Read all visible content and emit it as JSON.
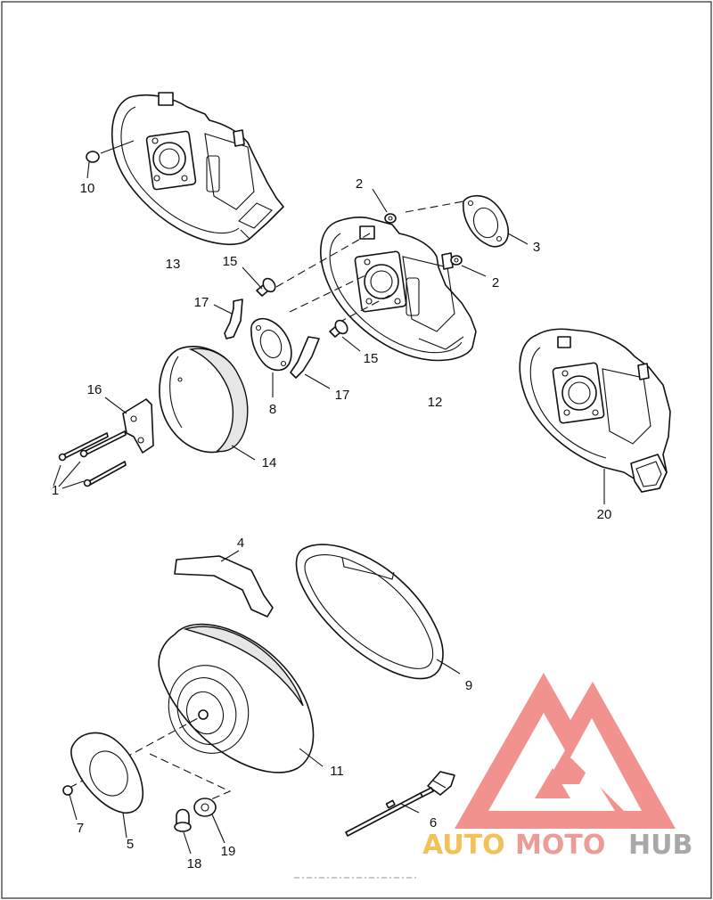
{
  "callouts": {
    "c1": "1",
    "c2a": "2",
    "c2b": "2",
    "c3": "3",
    "c4": "4",
    "c5": "5",
    "c6": "6",
    "c7": "7",
    "c8": "8",
    "c9": "9",
    "c10": "10",
    "c11": "11",
    "c12": "12",
    "c13": "13",
    "c14": "14",
    "c15a": "15",
    "c15b": "15",
    "c16": "16",
    "c17a": "17",
    "c17b": "17",
    "c18": "18",
    "c19": "19",
    "c20": "20"
  },
  "watermark": {
    "auto": "AUTO",
    "moto": "MOTO",
    "hub": "HUB",
    "colors": {
      "auto": "#f2b73b",
      "moto": "#ea8a86",
      "hub": "#9a9a9a",
      "logo": "#ef7f7b"
    }
  }
}
